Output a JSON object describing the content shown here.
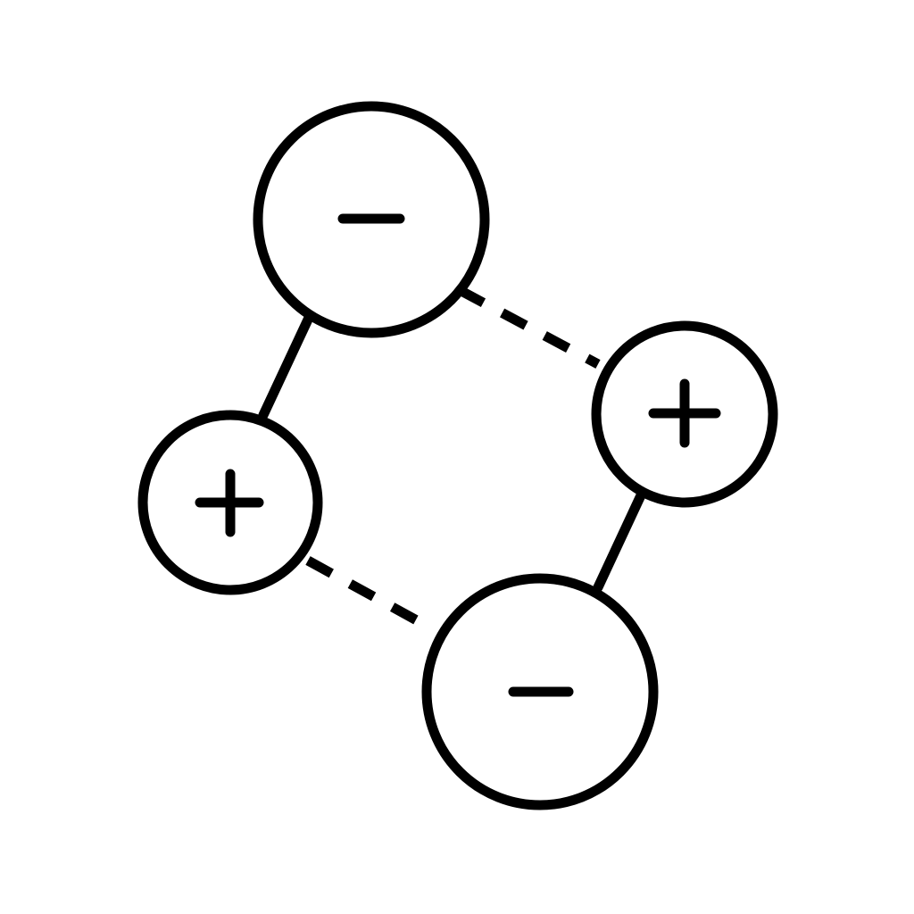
{
  "diagram": {
    "ions": [
      {
        "id": "anion-top",
        "charge": "negative",
        "symbol": "−"
      },
      {
        "id": "cation-left",
        "charge": "positive",
        "symbol": "+"
      },
      {
        "id": "cation-right",
        "charge": "positive",
        "symbol": "+"
      },
      {
        "id": "anion-bottom",
        "charge": "negative",
        "symbol": "−"
      }
    ],
    "bonds": [
      {
        "from": "anion-top",
        "to": "cation-left",
        "style": "solid"
      },
      {
        "from": "anion-top",
        "to": "cation-right",
        "style": "dashed"
      },
      {
        "from": "cation-left",
        "to": "anion-bottom",
        "style": "dashed"
      },
      {
        "from": "cation-right",
        "to": "anion-bottom",
        "style": "solid"
      }
    ],
    "colors": {
      "stroke": "#000000",
      "fill": "#ffffff"
    }
  }
}
